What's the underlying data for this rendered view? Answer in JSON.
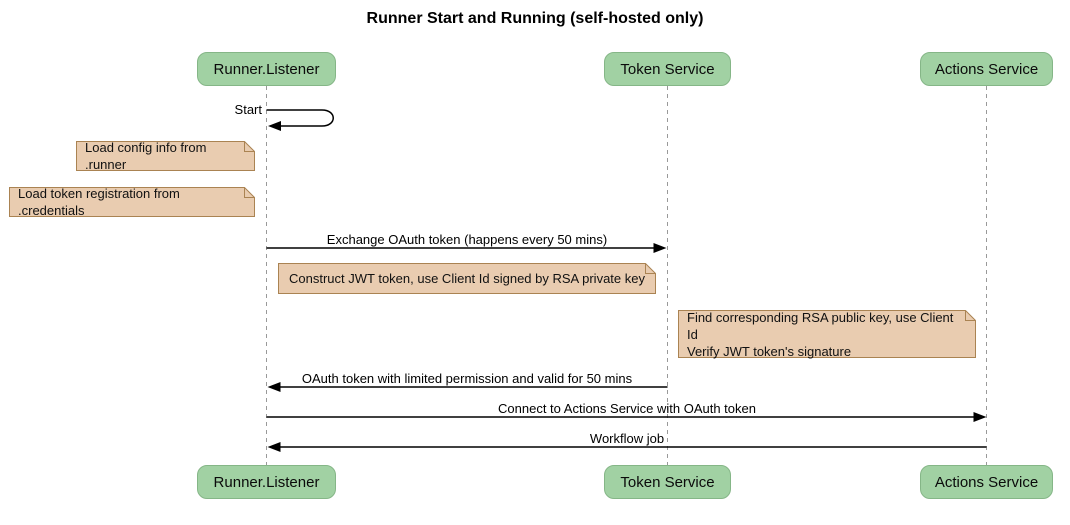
{
  "title": "Runner Start and Running (self-hosted only)",
  "participants": {
    "runner": "Runner.Listener",
    "token": "Token Service",
    "actions": "Actions Service"
  },
  "messages": {
    "start": "Start",
    "exchange": "Exchange OAuth token (happens every 50 mins)",
    "oauth_return": "OAuth token with limited permission and valid for 50 mins",
    "connect": "Connect to Actions Service with OAuth token",
    "workflow": "Workflow job"
  },
  "notes": {
    "load_config": "Load config info from .runner",
    "load_token": "Load token registration from .credentials",
    "construct_jwt": "Construct JWT token, use Client Id signed by RSA private key",
    "find_rsa_line1": "Find corresponding RSA public key, use Client Id",
    "find_rsa_line2": "Verify JWT token's signature"
  },
  "colors": {
    "participant_fill": "#a1d1a3",
    "participant_border": "#85b687",
    "note_fill": "#e9ccb0",
    "note_border": "#aa8352",
    "lifeline": "#999999",
    "arrow": "#000000",
    "text": "#000000"
  }
}
